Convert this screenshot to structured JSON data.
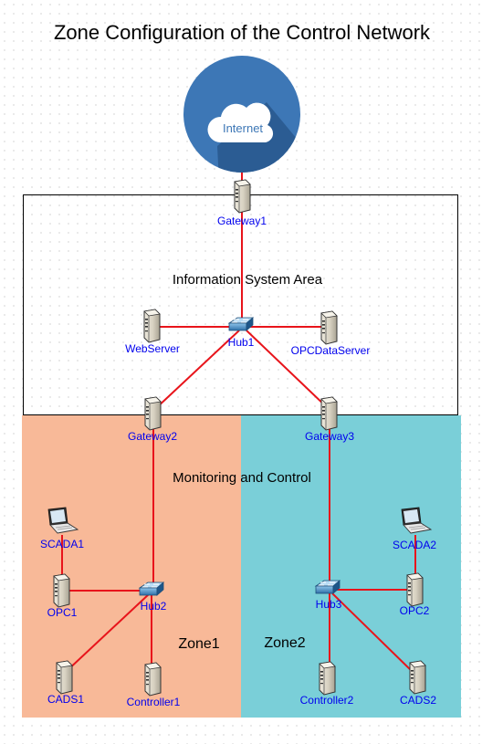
{
  "diagram": {
    "title": "Zone Configuration of the Control Network",
    "areas": {
      "information": "Information System Area",
      "monitoring": "Monitoring and Control",
      "zone1": "Zone1",
      "zone2": "Zone2"
    },
    "colors": {
      "link": "#e8141b",
      "zone1_fill": "#f8b998",
      "zone2_fill": "#7acfd8",
      "cloud": "#3d77b6",
      "label": "#0000ee"
    },
    "nodes": {
      "internet": {
        "label": "Internet",
        "icon": "cloud-icon"
      },
      "gateway1": {
        "label": "Gateway1",
        "icon": "server-icon"
      },
      "hub1": {
        "label": "Hub1",
        "icon": "switch-icon"
      },
      "webserver": {
        "label": "WebServer",
        "icon": "server-icon"
      },
      "opcdataserver": {
        "label": "OPCDataServer",
        "icon": "server-icon"
      },
      "gateway2": {
        "label": "Gateway2",
        "icon": "server-icon"
      },
      "gateway3": {
        "label": "Gateway3",
        "icon": "server-icon"
      },
      "scada1": {
        "label": "SCADA1",
        "icon": "laptop-icon"
      },
      "opc1": {
        "label": "OPC1",
        "icon": "server-icon"
      },
      "hub2": {
        "label": "Hub2",
        "icon": "switch-icon"
      },
      "cads1": {
        "label": "CADS1",
        "icon": "server-icon"
      },
      "controller1": {
        "label": "Controller1",
        "icon": "server-icon"
      },
      "scada2": {
        "label": "SCADA2",
        "icon": "laptop-icon"
      },
      "opc2": {
        "label": "OPC2",
        "icon": "server-icon"
      },
      "hub3": {
        "label": "Hub3",
        "icon": "switch-icon"
      },
      "controller2": {
        "label": "Controller2",
        "icon": "server-icon"
      },
      "cads2": {
        "label": "CADS2",
        "icon": "server-icon"
      }
    },
    "links": [
      [
        "internet",
        "gateway1"
      ],
      [
        "gateway1",
        "hub1"
      ],
      [
        "hub1",
        "webserver"
      ],
      [
        "hub1",
        "opcdataserver"
      ],
      [
        "hub1",
        "gateway2"
      ],
      [
        "hub1",
        "gateway3"
      ],
      [
        "gateway2",
        "hub2"
      ],
      [
        "scada1",
        "opc1"
      ],
      [
        "opc1",
        "hub2"
      ],
      [
        "hub2",
        "cads1"
      ],
      [
        "hub2",
        "controller1"
      ],
      [
        "gateway3",
        "hub3"
      ],
      [
        "scada2",
        "opc2"
      ],
      [
        "hub3",
        "opc2"
      ],
      [
        "hub3",
        "controller2"
      ],
      [
        "hub3",
        "cads2"
      ]
    ]
  }
}
